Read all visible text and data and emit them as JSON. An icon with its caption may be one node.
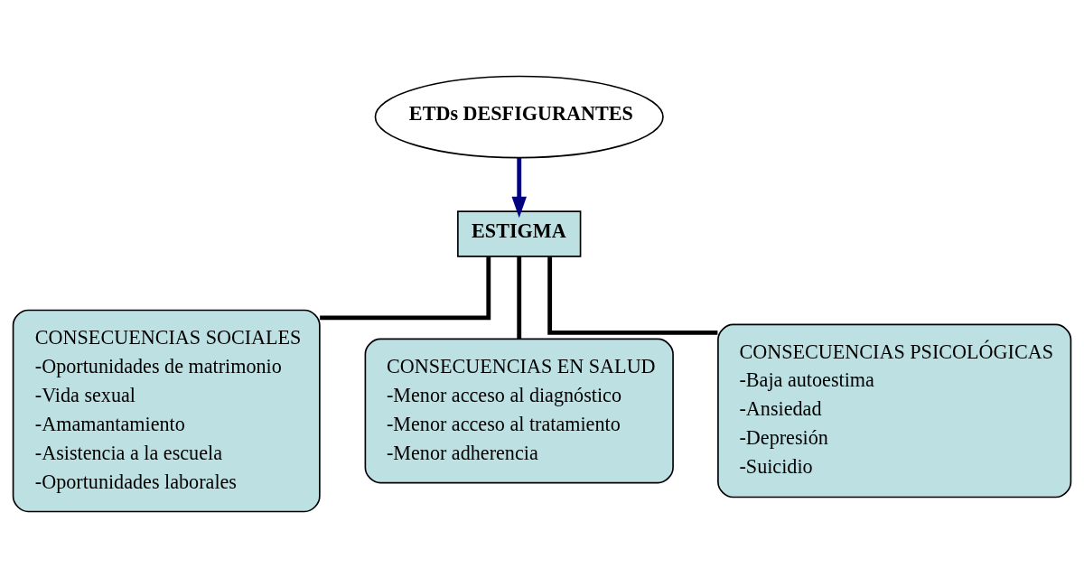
{
  "diagram": {
    "nodes": [
      {
        "text": [
          "ETDs DESFIGURANTES"
        ]
      },
      {
        "text": [
          "ESTIGMA"
        ]
      },
      {
        "text": [
          "CONSECUENCIAS SOCIALES",
          "-Oportunidades de matrimonio",
          "-Vida sexual",
          "-Amamantamiento",
          "-Asistencia a la escuela",
          "-Oportunidades laborales"
        ]
      },
      {
        "text": [
          "CONSECUENCIAS EN SALUD",
          "-Menor acceso al diagnóstico",
          "-Menor acceso al tratamiento",
          "-Menor adherencia"
        ]
      },
      {
        "text": [
          "CONSECUENCIAS PSICOLÓGICAS",
          "-Baja autoestima",
          "-Ansiedad",
          "-Depresión",
          "-Suicidio"
        ]
      }
    ],
    "edges": [
      {
        "from": 0,
        "to": 1,
        "arrow": "to",
        "color": "#000080"
      },
      {
        "from": 1,
        "to": 2,
        "arrow": "none"
      },
      {
        "from": 1,
        "to": 3,
        "arrow": "none"
      },
      {
        "from": 1,
        "to": 4,
        "arrow": "none"
      }
    ]
  }
}
